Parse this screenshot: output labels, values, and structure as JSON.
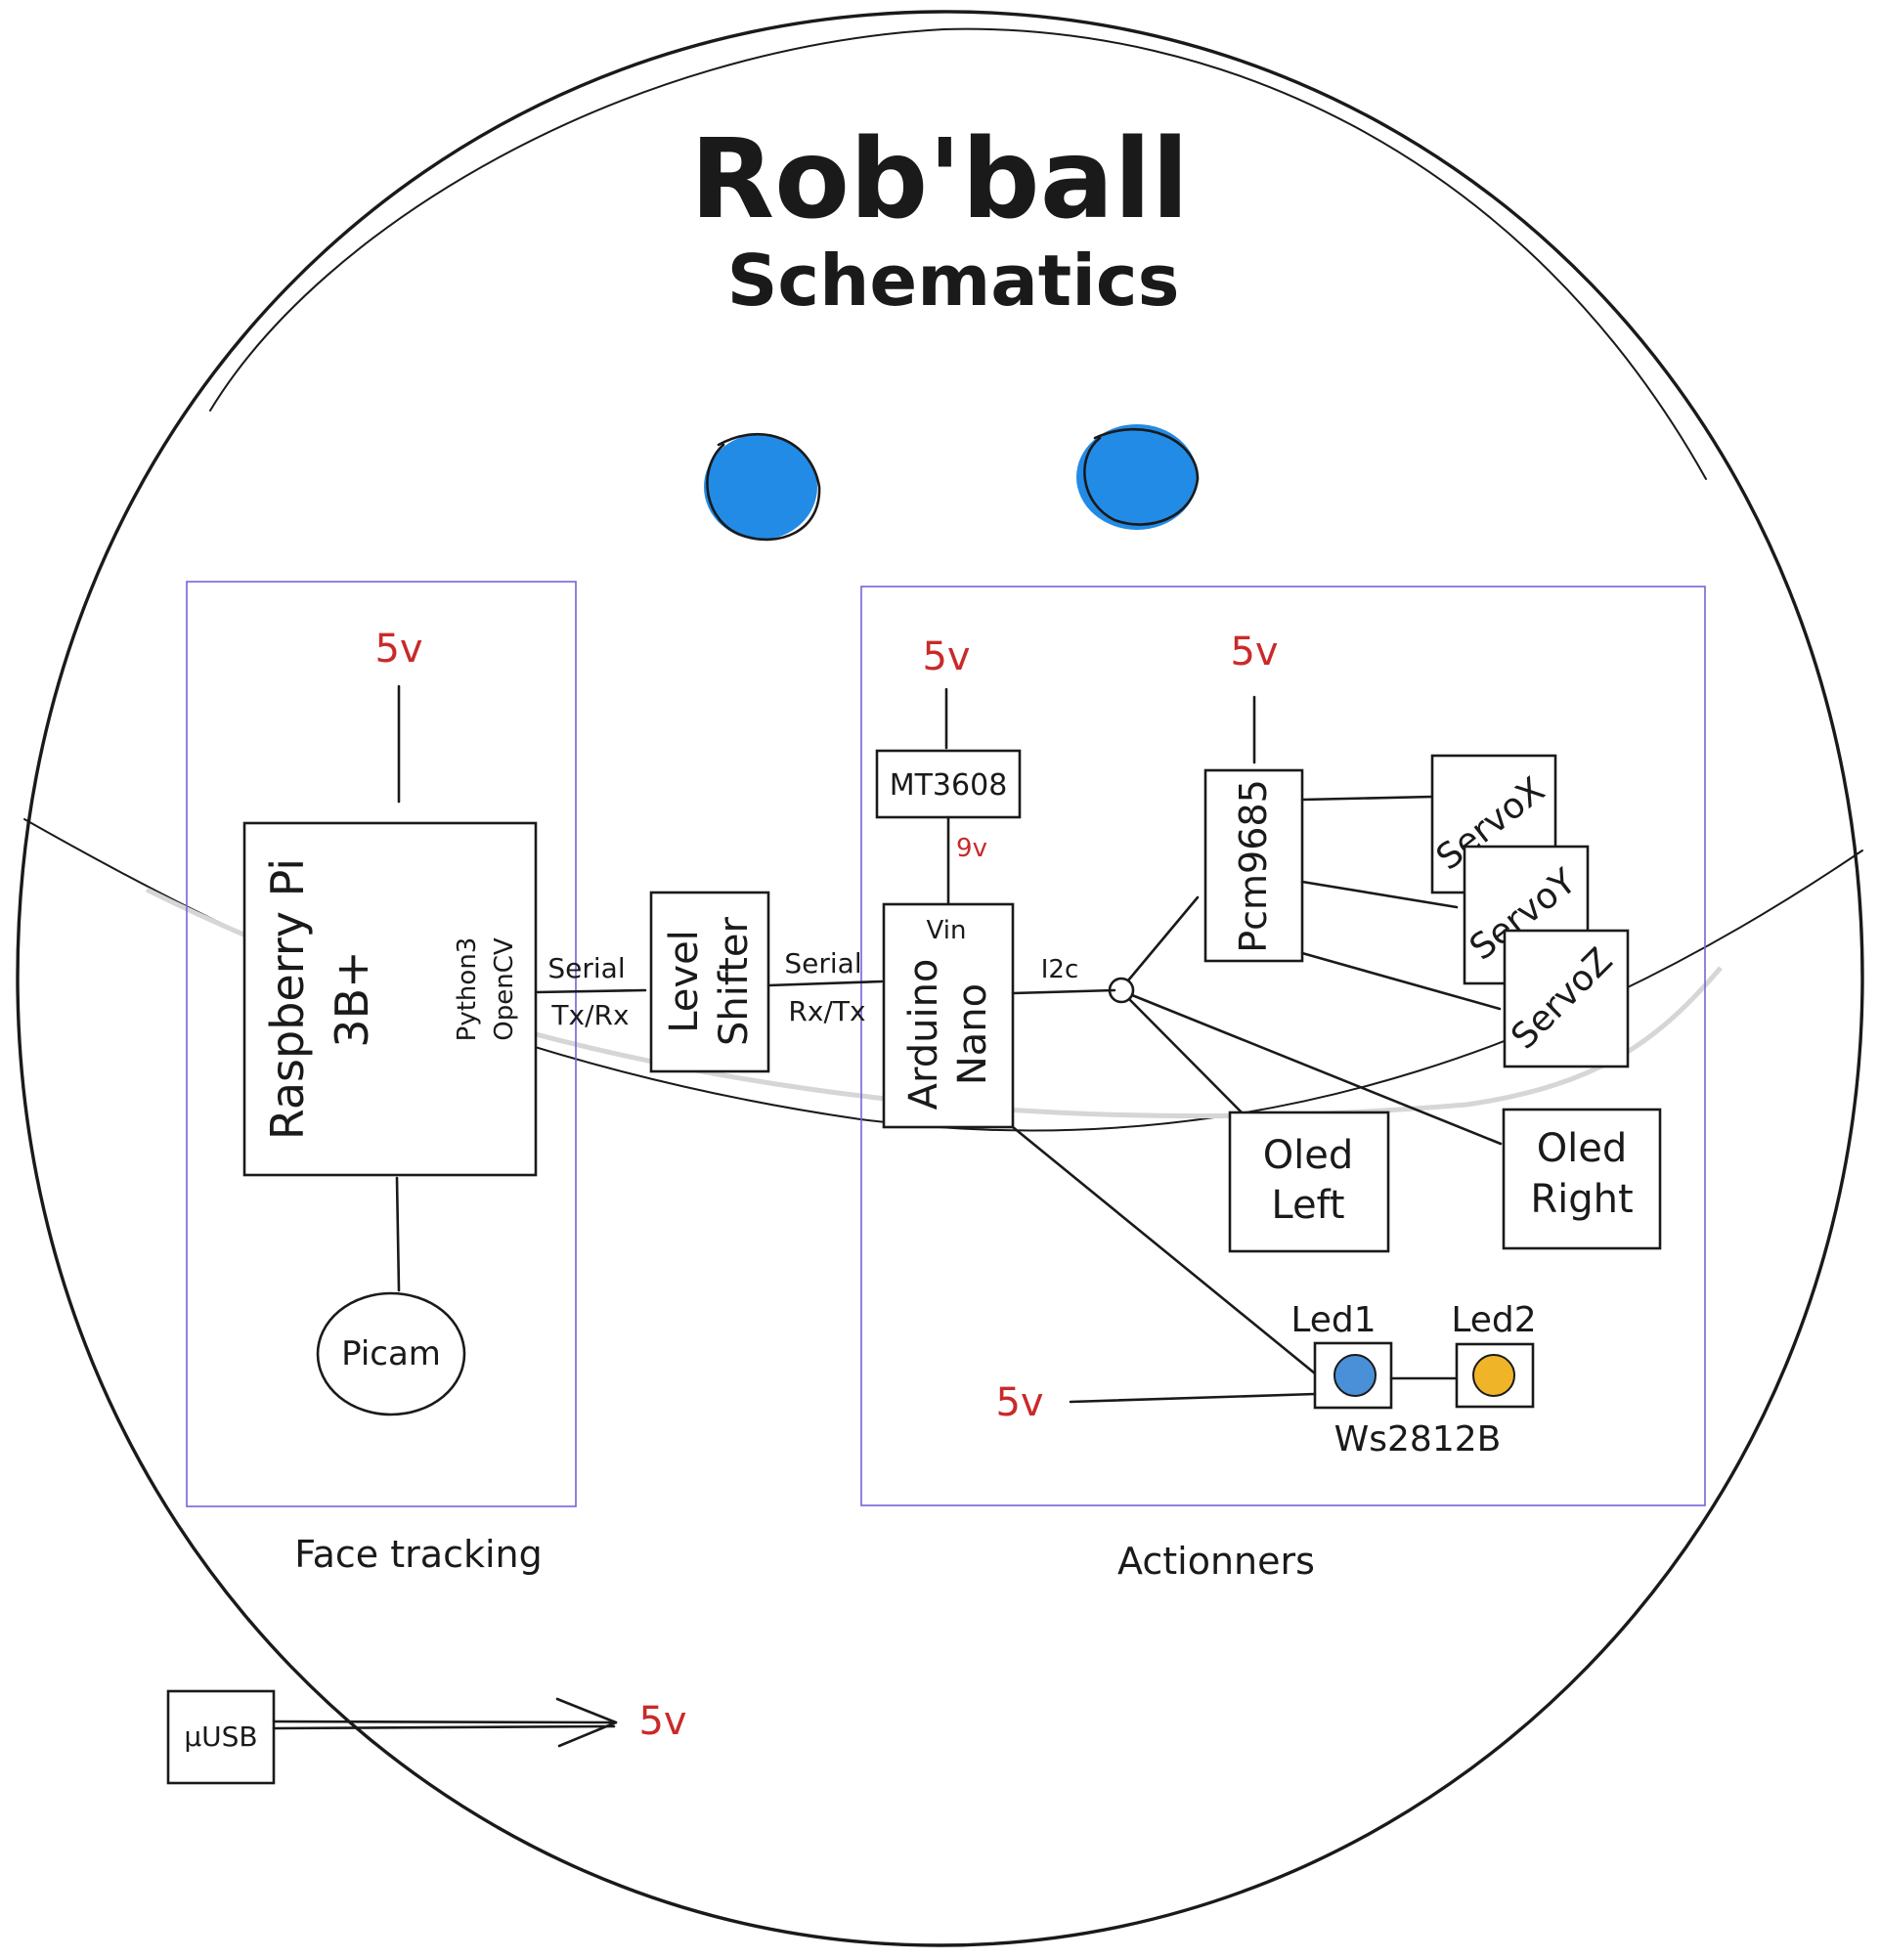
{
  "title": "Rob'ball",
  "subtitle": "Schematics",
  "colors": {
    "ink": "#1a1a1a",
    "voltage": "#c92a2a",
    "eye": "#228be6",
    "frame": "#7166d9",
    "led1": "#4a90d9",
    "led2": "#f0b429"
  },
  "groups": {
    "face_tracking": "Face tracking",
    "actionners": "Actionners"
  },
  "components": {
    "raspberry_line1": "Raspberry Pi",
    "raspberry_line2": "3B+",
    "python": "Python3",
    "opencv": "OpenCV",
    "picam": "Picam",
    "level_line1": "Level",
    "level_line2": "Shifter",
    "mt3608": "MT3608",
    "arduino_line1": "Arduino",
    "arduino_line2": "Nano",
    "pcm": "Pcm9685",
    "servo_x": "ServoX",
    "servo_y": "ServoY",
    "servo_z": "ServoZ",
    "oled_left_1": "Oled",
    "oled_left_2": "Left",
    "oled_right_1": "Oled",
    "oled_right_2": "Right",
    "led1": "Led1",
    "led2": "Led2",
    "ws": "Ws2812B",
    "musb": "µUSB"
  },
  "connections": {
    "serial_left": "Serial",
    "txrx": "Tx/Rx",
    "serial_right": "Serial",
    "rxtx": "Rx/Tx",
    "vin": "Vin",
    "i2c": "I2c",
    "v9": "9v"
  },
  "voltages": {
    "rpi": "5v",
    "mt3608": "5v",
    "pcm": "5v",
    "leds": "5v",
    "usb": "5v"
  }
}
